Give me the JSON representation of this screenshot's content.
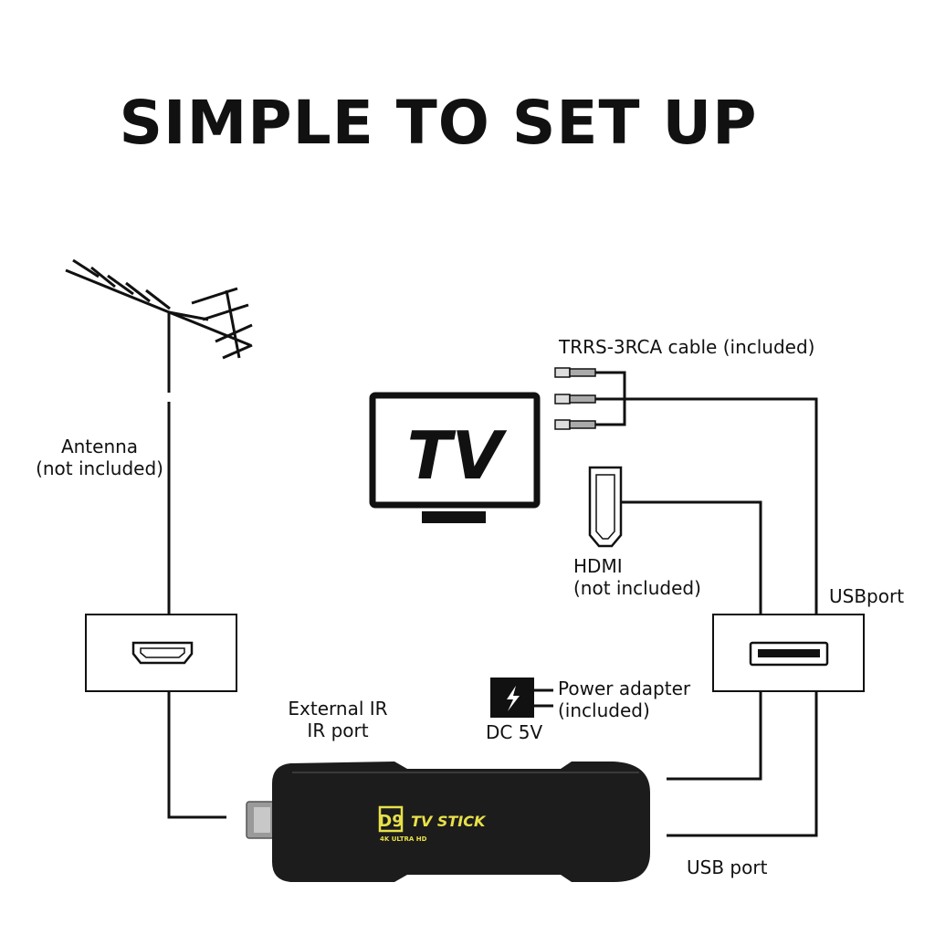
{
  "title": "SIMPLE TO SET UP",
  "tv": {
    "text": "TV"
  },
  "labels": {
    "antenna_line1": "Antenna",
    "antenna_line2": "(not included)",
    "trrs": "TRRS-3RCA cable (included)",
    "hdmi_line1": "HDMI",
    "hdmi_line2": "(not included)",
    "usb_port_top": "USBport",
    "power_line1": "Power adapter",
    "power_line2": "(included)",
    "dc": "DC 5V",
    "ir_line1": "External IR",
    "ir_line2": "IR port",
    "usb_port_bottom": "USB port"
  },
  "stick": {
    "brand_mark": "D9",
    "brand_sub": "4K ULTRA HD",
    "name": "TV STICK"
  },
  "colors": {
    "line": "#111111",
    "stick_body": "#1c1c1c",
    "stick_accent": "#e8e04a"
  },
  "icons": [
    "antenna-icon",
    "tv-icon",
    "rca-plug-icon",
    "hdmi-plug-icon",
    "hdmi-port-icon",
    "usb-port-icon",
    "power-adapter-icon",
    "lightning-icon"
  ]
}
